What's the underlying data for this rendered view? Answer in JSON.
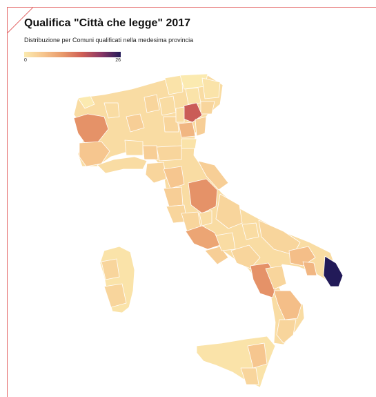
{
  "header": {
    "title": "Qualifica \"Città che legge\" 2017",
    "subtitle": "Distribuzione per Comuni qualificati nella medesima provincia"
  },
  "legend": {
    "min_label": "0",
    "max_label": "26",
    "min": 0,
    "max": 26,
    "colors": [
      "#fbeab0",
      "#f6c58e",
      "#e8996a",
      "#cf5f56",
      "#8a3766",
      "#221a58"
    ]
  },
  "map": {
    "border_color": "#ffffff",
    "accent_border": "#e46a6a",
    "regions": [
      {
        "name": "mainland",
        "value": 2
      },
      {
        "name": "sicilia",
        "value": 1
      },
      {
        "name": "sardegna",
        "value": 1
      },
      {
        "name": "valle-d-aosta",
        "value": 0
      },
      {
        "name": "torino",
        "value": 11
      },
      {
        "name": "cuneo",
        "value": 5
      },
      {
        "name": "biella",
        "value": 2
      },
      {
        "name": "milano",
        "value": 4
      },
      {
        "name": "bergamo",
        "value": 3
      },
      {
        "name": "brescia",
        "value": 2
      },
      {
        "name": "trento",
        "value": 1
      },
      {
        "name": "bolzano",
        "value": 0
      },
      {
        "name": "belluno",
        "value": 1
      },
      {
        "name": "udine",
        "value": 1
      },
      {
        "name": "pordenone",
        "value": 3
      },
      {
        "name": "treviso",
        "value": 16
      },
      {
        "name": "padova",
        "value": 7
      },
      {
        "name": "venezia",
        "value": 4
      },
      {
        "name": "verona",
        "value": 3
      },
      {
        "name": "vicenza",
        "value": 2
      },
      {
        "name": "ferrara",
        "value": 1
      },
      {
        "name": "bologna",
        "value": 3
      },
      {
        "name": "modena",
        "value": 4
      },
      {
        "name": "parma",
        "value": 2
      },
      {
        "name": "liguria",
        "value": 2
      },
      {
        "name": "toscana-nord",
        "value": 3
      },
      {
        "name": "firenze",
        "value": 5
      },
      {
        "name": "siena",
        "value": 4
      },
      {
        "name": "grosseto",
        "value": 3
      },
      {
        "name": "perugia",
        "value": 11
      },
      {
        "name": "terni",
        "value": 2
      },
      {
        "name": "marche",
        "value": 4
      },
      {
        "name": "abruzzo",
        "value": 3
      },
      {
        "name": "viterbo",
        "value": 3
      },
      {
        "name": "roma",
        "value": 9
      },
      {
        "name": "latina",
        "value": 4
      },
      {
        "name": "frosinone",
        "value": 2
      },
      {
        "name": "molise",
        "value": 2
      },
      {
        "name": "campania",
        "value": 3
      },
      {
        "name": "salerno",
        "value": 11
      },
      {
        "name": "puglia",
        "value": 3
      },
      {
        "name": "bari",
        "value": 6
      },
      {
        "name": "taranto",
        "value": 7
      },
      {
        "name": "lecce",
        "value": 26
      },
      {
        "name": "basilicata",
        "value": 3
      },
      {
        "name": "calabria-nord",
        "value": 6
      },
      {
        "name": "calabria-sud",
        "value": 3
      },
      {
        "name": "catania",
        "value": 5
      },
      {
        "name": "ragusa",
        "value": 3
      },
      {
        "name": "sardegna-ovest",
        "value": 3
      },
      {
        "name": "sardegna-sud",
        "value": 3
      }
    ]
  }
}
